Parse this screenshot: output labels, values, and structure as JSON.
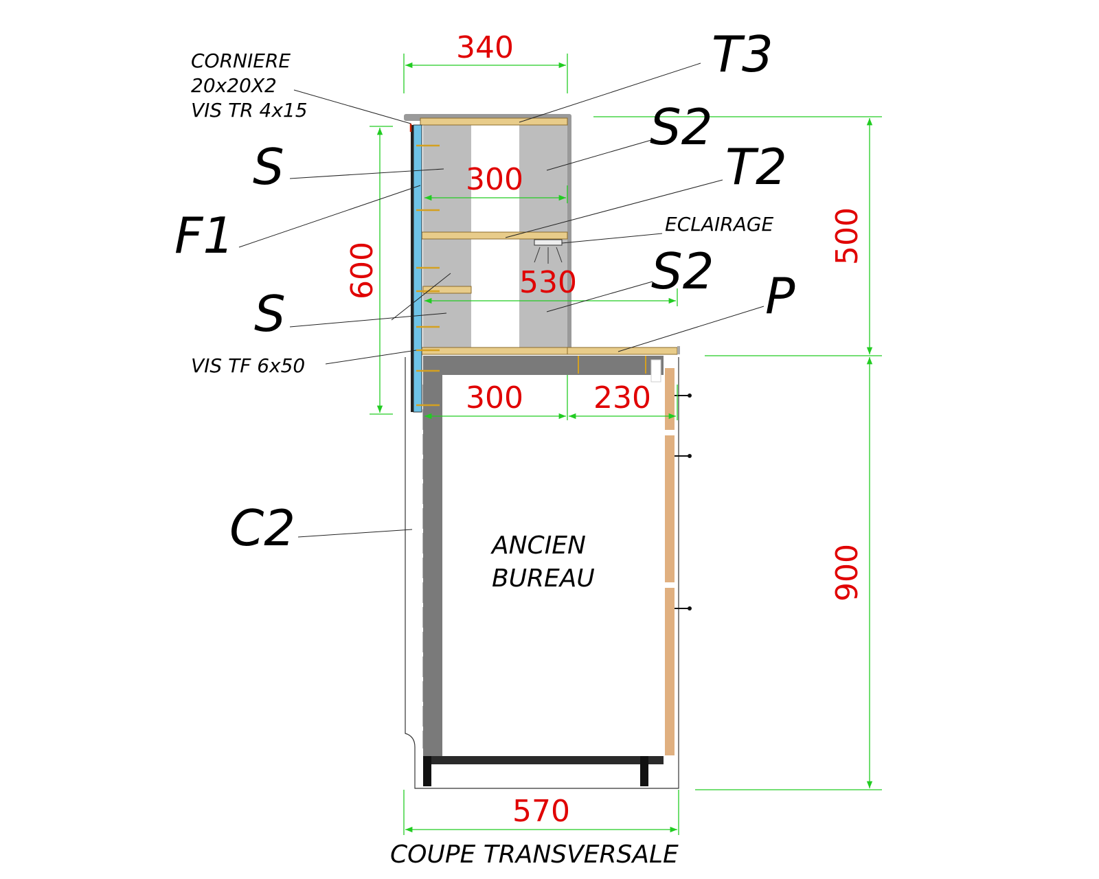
{
  "title": "COUPE TRANSVERSALE",
  "labels": {
    "corniere_line1": "CORNIERE",
    "corniere_line2": "20x20X2",
    "corniere_line3": "VIS TR 4x15",
    "t3": "T3",
    "s2_top": "S2",
    "s_top": "S",
    "t2": "T2",
    "f1": "F1",
    "eclairage": "ECLAIRAGE",
    "s_mid": "S",
    "s2_mid": "S2",
    "p": "P",
    "vis_tf": "VIS TF 6x50",
    "c2": "C2",
    "ancien_line1": "ANCIEN",
    "ancien_line2": "BUREAU"
  },
  "dimensions": {
    "top_width": "340",
    "inner_upper": "300",
    "shelf_depth": "530",
    "desk_left": "300",
    "desk_right": "230",
    "total_width": "570",
    "left_height": "600",
    "upper_height": "500",
    "lower_height": "900"
  },
  "colors": {
    "dimension_text": "#e00000",
    "dimension_line": "#22cc22",
    "panel_gray": "#bdbdbd",
    "wood": "#e8cc8a",
    "screw": "#d4a020",
    "wall_panel": "#6ec3e8",
    "desk_dark": "#7a7a7a",
    "door_wood": "#e0b080"
  }
}
